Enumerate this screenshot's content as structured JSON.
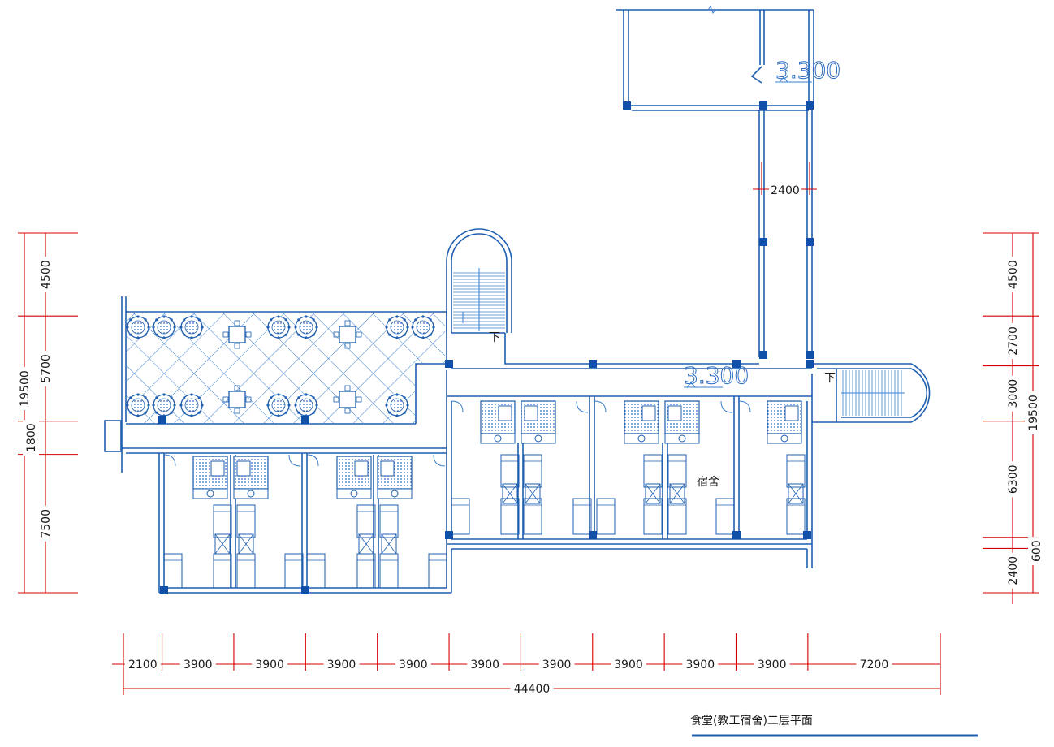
{
  "colors": {
    "wall": "#1f5fb0",
    "dimension": "#d40000",
    "column": "#1050a8",
    "text": "#1a1a1a"
  },
  "levels": {
    "upper": "3.300",
    "corridor": "3.300"
  },
  "room_label": "宿舍",
  "stair_labels": {
    "left": "下",
    "right": "下"
  },
  "dims": {
    "bridge_width": "2400",
    "bottom": {
      "spans": [
        "2100",
        "3900",
        "3900",
        "3900",
        "3900",
        "3900",
        "3900",
        "3900",
        "3900",
        "3900",
        "7200"
      ],
      "total": "44400"
    },
    "left": {
      "spans": [
        "4500",
        "5700",
        "1800",
        "7500"
      ],
      "total": "19500"
    },
    "right": {
      "spans": [
        "4500",
        "2700",
        "3000",
        "6300",
        "600",
        "2400"
      ],
      "total": "19500"
    }
  },
  "title": "食堂(教工宿舍)二层平面"
}
